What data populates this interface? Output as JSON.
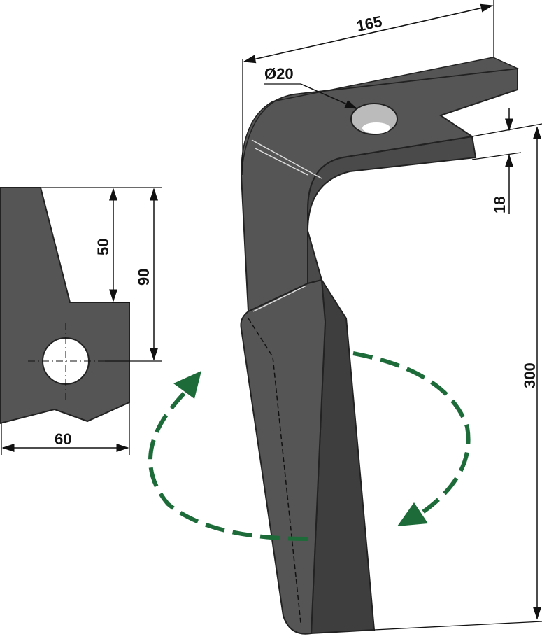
{
  "colors": {
    "blade": "#555555",
    "blade_dark": "#3e3e3e",
    "arrow": "#1e6b3a",
    "line": "#111111"
  },
  "dimensions": {
    "width_top": "165",
    "hole_diameter": "Ø20",
    "thickness": "18",
    "height": "300",
    "side_upper": "50",
    "side_hole": "90",
    "side_width": "60"
  },
  "rotation_arrows": {
    "icon": "rotate-arrows-icon"
  }
}
